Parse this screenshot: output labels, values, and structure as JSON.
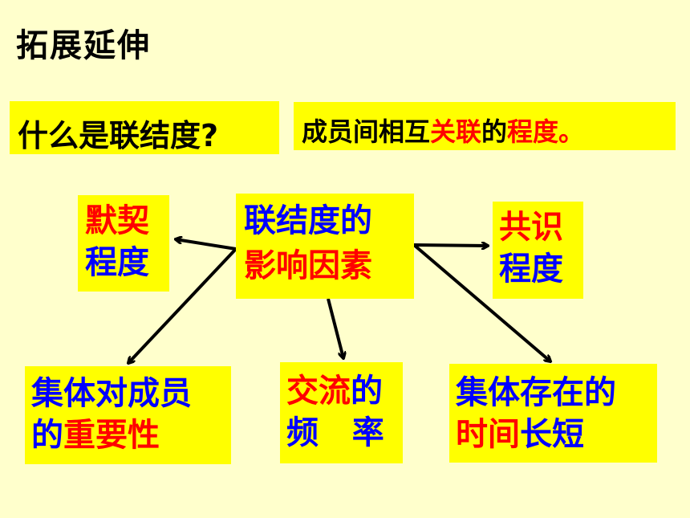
{
  "title": "拓展延伸",
  "question": "什么是联结度?",
  "answer": {
    "part1": "成员间相互",
    "part2": "关联",
    "part3": "的",
    "part4": "程度。"
  },
  "center": {
    "line1": "联结度的",
    "line2": "影响因素"
  },
  "nodes": {
    "moqi": {
      "line1": "默契",
      "line2": "程度"
    },
    "gongshi": {
      "line1": "共识",
      "line2": "程度"
    },
    "importance": {
      "line1": "集体对成员",
      "line2a": "的",
      "line2b": "重要性"
    },
    "frequency": {
      "line1a": "交流",
      "line1b": "的",
      "line2": "频   率"
    },
    "duration": {
      "line1": "集体存在的",
      "line2a": "时间",
      "line2b": "长短"
    }
  },
  "colors": {
    "background": "#ffffcc",
    "box": "#ffff00",
    "red": "#ff0000",
    "blue": "#0000ff"
  }
}
